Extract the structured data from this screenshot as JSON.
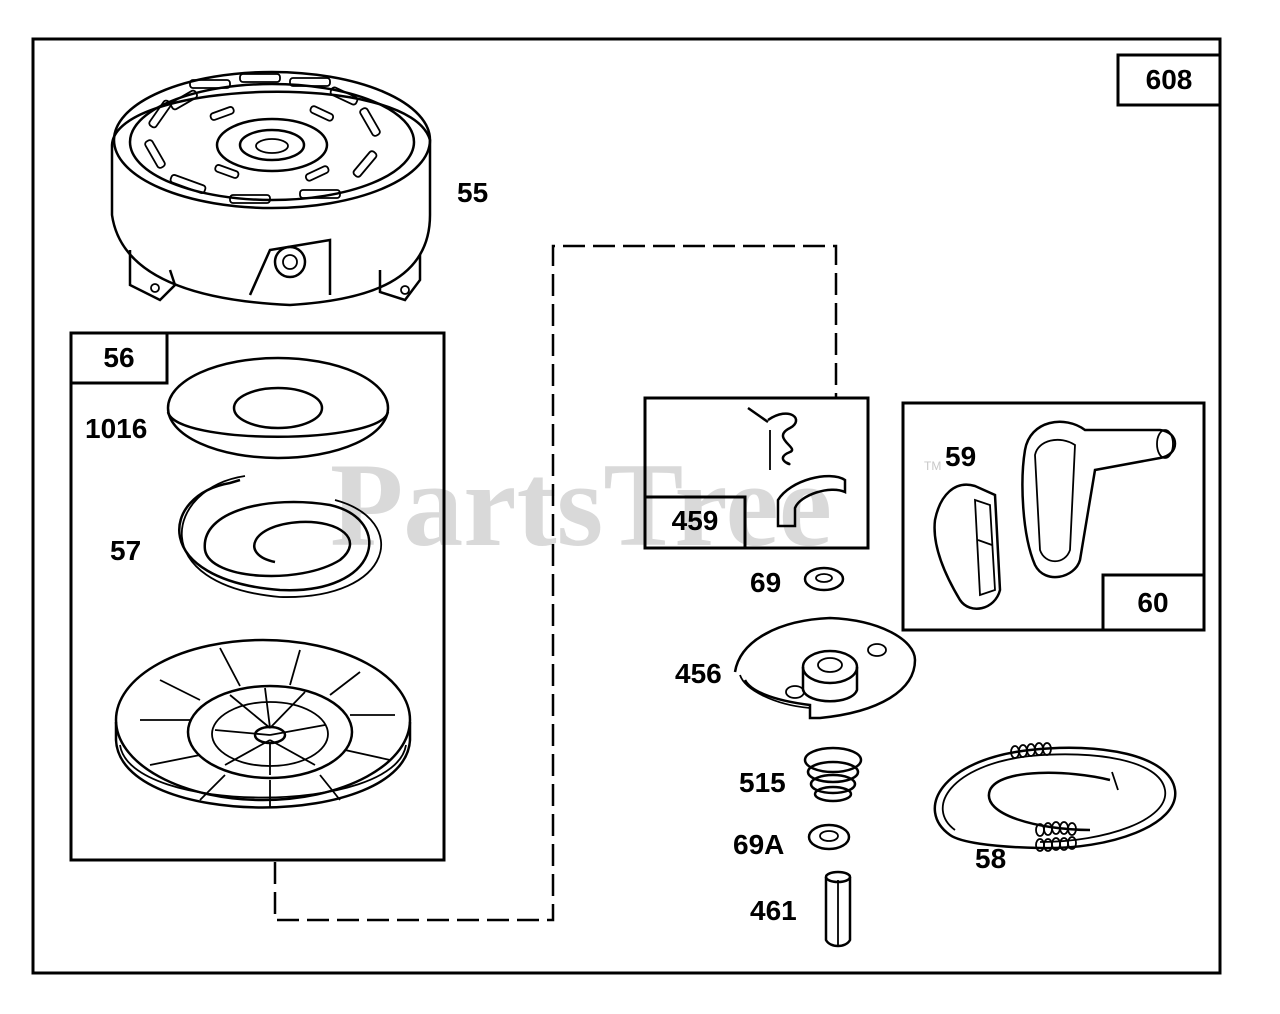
{
  "watermark": {
    "text": "PartsTree",
    "trademark": "TM"
  },
  "diagram": {
    "assembly_number": "608",
    "parts": [
      {
        "id": "55"
      },
      {
        "id": "56"
      },
      {
        "id": "1016"
      },
      {
        "id": "57"
      },
      {
        "id": "459"
      },
      {
        "id": "59"
      },
      {
        "id": "60"
      },
      {
        "id": "69"
      },
      {
        "id": "456"
      },
      {
        "id": "515"
      },
      {
        "id": "69A"
      },
      {
        "id": "461"
      },
      {
        "id": "58"
      }
    ]
  }
}
